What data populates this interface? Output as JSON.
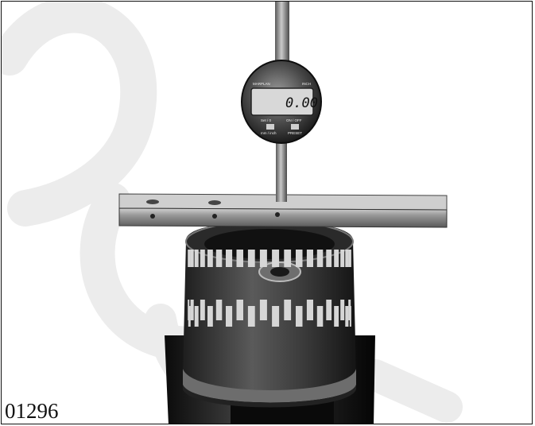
{
  "figure": {
    "number": "01296"
  },
  "gauge": {
    "reading": "0.00",
    "brand": "MARPLAN",
    "unit": "INCH",
    "btn_left_top": "Set / 0",
    "btn_left_bottom": "mm / inch",
    "btn_right_top": "ON / OFF",
    "btn_right_bottom": "PRESET"
  }
}
